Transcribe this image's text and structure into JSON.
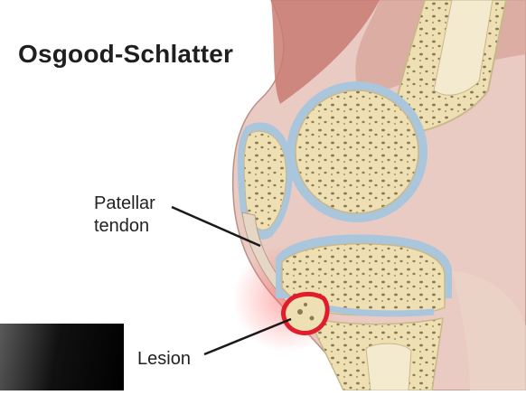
{
  "diagram": {
    "title": "Osgood-Schlatter",
    "labels": {
      "patellar_tendon_line1": "Patellar",
      "patellar_tendon_line2": "tendon",
      "lesion": "Lesion"
    },
    "colors": {
      "skin": "#eacbc3",
      "bone": "#efe0b4",
      "cartilage": "#a9c6dd",
      "muscle": "#c97b73",
      "lesion_highlight": "#e11d2b"
    }
  }
}
